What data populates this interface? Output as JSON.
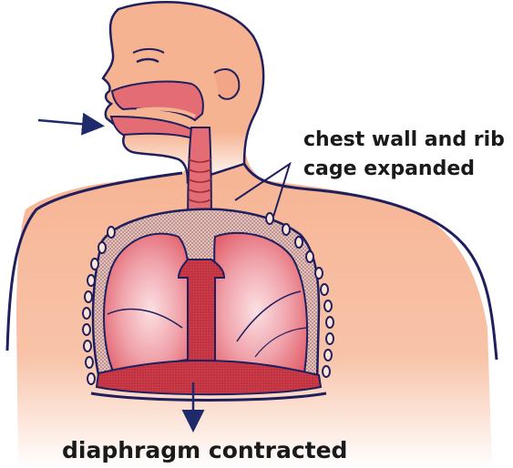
{
  "labels": {
    "chest_line1": "chest wall and rib",
    "chest_line2": "cage expanded",
    "diaphragm": "diaphragm contracted"
  },
  "colors": {
    "skin": "#f6b392",
    "skin_light": "#fde3d3",
    "lung": "#e9727c",
    "airway": "#d9434f",
    "airway_dark": "#c7303d",
    "outline": "#1f1f5e",
    "pleura": "#c7b1b4",
    "arrow": "#1f2a6b"
  },
  "icons": {
    "inhale_arrow": "arrow-right",
    "diaphragm_arrow": "arrow-down"
  }
}
